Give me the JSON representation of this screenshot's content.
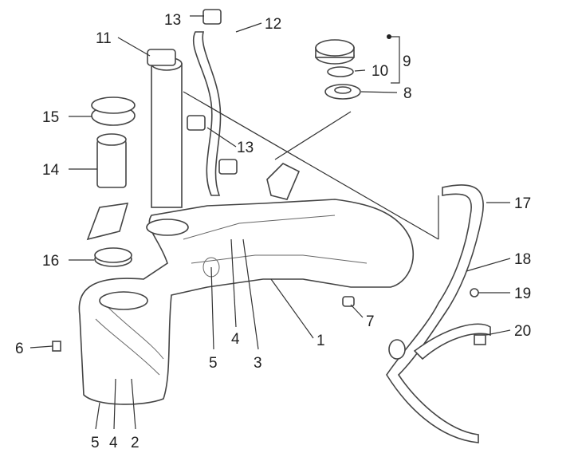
{
  "diagram": {
    "callouts": [
      {
        "id": "13a",
        "text": "13"
      },
      {
        "id": "12",
        "text": "12"
      },
      {
        "id": "11",
        "text": "11"
      },
      {
        "id": "9",
        "text": "9"
      },
      {
        "id": "10",
        "text": "10"
      },
      {
        "id": "8",
        "text": "8"
      },
      {
        "id": "15",
        "text": "15"
      },
      {
        "id": "13b",
        "text": "13"
      },
      {
        "id": "14",
        "text": "14"
      },
      {
        "id": "17",
        "text": "17"
      },
      {
        "id": "18",
        "text": "18"
      },
      {
        "id": "16",
        "text": "16"
      },
      {
        "id": "19",
        "text": "19"
      },
      {
        "id": "7",
        "text": "7"
      },
      {
        "id": "20",
        "text": "20"
      },
      {
        "id": "1",
        "text": "1"
      },
      {
        "id": "6",
        "text": "6"
      },
      {
        "id": "4a",
        "text": "4"
      },
      {
        "id": "5a",
        "text": "5"
      },
      {
        "id": "3",
        "text": "3"
      },
      {
        "id": "5b",
        "text": "5"
      },
      {
        "id": "4b",
        "text": "4"
      },
      {
        "id": "2",
        "text": "2"
      }
    ]
  }
}
